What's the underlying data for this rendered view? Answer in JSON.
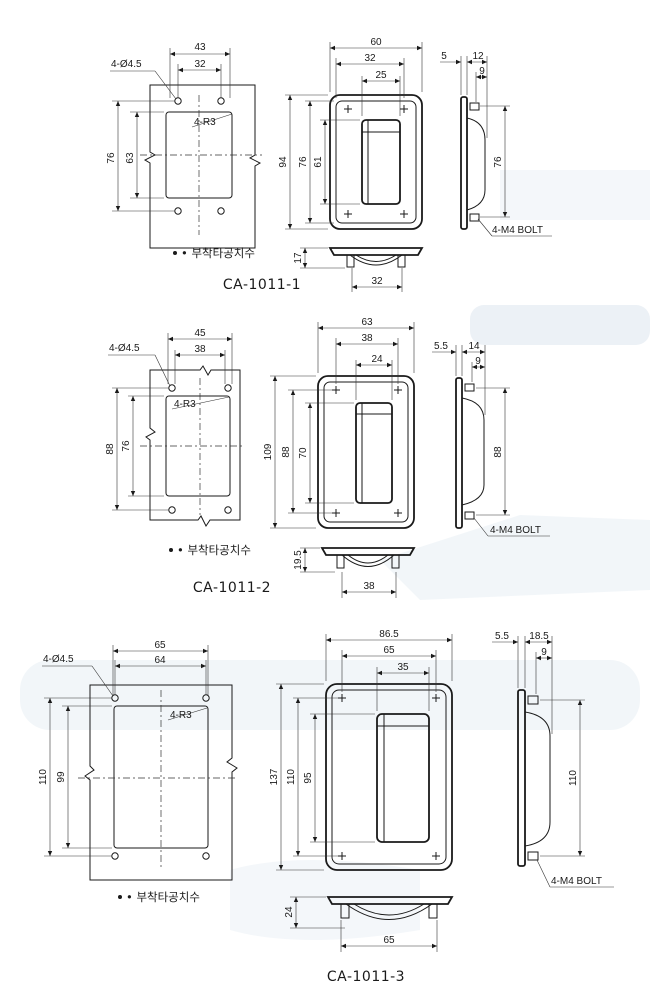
{
  "sections": [
    {
      "model": "CA-1011-1",
      "mounting_note": "• 부착타공치수",
      "hole_callout": "4-Ø4.5",
      "radius_callout": "4-R3",
      "bolt_callout": "4-M4 BOLT",
      "cutout_dims": {
        "outer_width": "43",
        "inner_width": "32",
        "outer_height": "76",
        "inner_height": "63"
      },
      "front_dims": {
        "overall_width": "60",
        "flange_width": "32",
        "grip_width": "25",
        "overall_height": "94",
        "flange_height": "76",
        "grip_height": "61"
      },
      "side_dims": {
        "offset": "5",
        "depth": "12",
        "recess": "9",
        "height": "76"
      },
      "bottom_dims": {
        "width": "32",
        "depth": "17"
      }
    },
    {
      "model": "CA-1011-2",
      "mounting_note": "• 부착타공치수",
      "hole_callout": "4-Ø4.5",
      "radius_callout": "4-R3",
      "bolt_callout": "4-M4 BOLT",
      "cutout_dims": {
        "outer_width": "45",
        "inner_width": "38",
        "outer_height": "88",
        "inner_height": "76"
      },
      "front_dims": {
        "overall_width": "63",
        "flange_width": "38",
        "grip_width": "24",
        "overall_height": "109",
        "flange_height": "88",
        "grip_height": "70"
      },
      "side_dims": {
        "offset": "5.5",
        "depth": "14",
        "recess": "9",
        "height": "88"
      },
      "bottom_dims": {
        "width": "38",
        "depth": "19.5"
      }
    },
    {
      "model": "CA-1011-3",
      "mounting_note": "• 부착타공치수",
      "hole_callout": "4-Ø4.5",
      "radius_callout": "4-R3",
      "bolt_callout": "4-M4 BOLT",
      "cutout_dims": {
        "outer_width": "65",
        "inner_width": "64",
        "outer_height": "110",
        "inner_height": "99"
      },
      "front_dims": {
        "overall_width": "86.5",
        "flange_width": "65",
        "grip_width": "35",
        "overall_height": "137",
        "flange_height": "110",
        "grip_height": "95"
      },
      "side_dims": {
        "offset": "5.5",
        "depth": "18.5",
        "recess": "9",
        "height": "110"
      },
      "bottom_dims": {
        "width": "65",
        "depth": "24"
      }
    }
  ]
}
